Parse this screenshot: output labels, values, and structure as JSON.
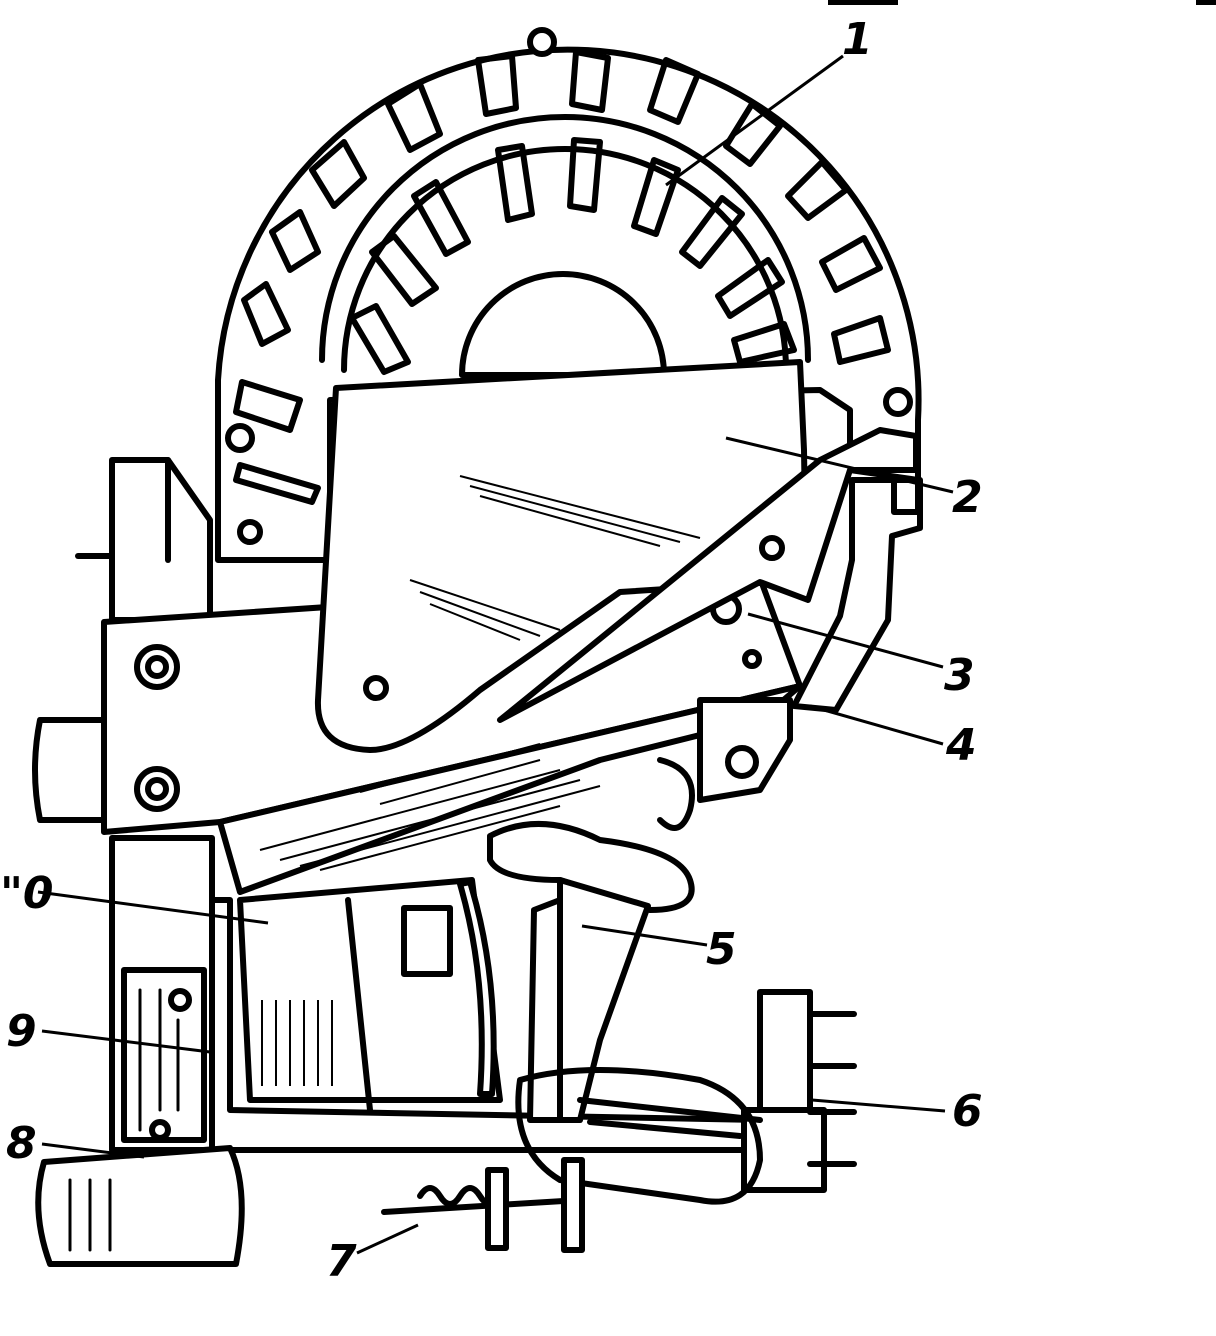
{
  "figure": {
    "callouts": [
      {
        "id": "1",
        "text": "1"
      },
      {
        "id": "2",
        "text": "2"
      },
      {
        "id": "3",
        "text": "3"
      },
      {
        "id": "4",
        "text": "4"
      },
      {
        "id": "5",
        "text": "5"
      },
      {
        "id": "6",
        "text": "6"
      },
      {
        "id": "7",
        "text": "7"
      },
      {
        "id": "8",
        "text": "8"
      },
      {
        "id": "9",
        "text": "9"
      },
      {
        "id": "10",
        "text": "\"0"
      }
    ]
  }
}
